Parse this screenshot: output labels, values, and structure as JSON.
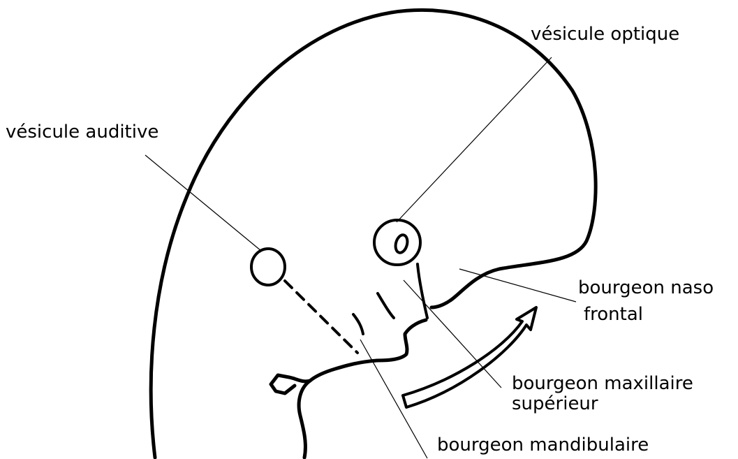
{
  "labels": {
    "vesicule_optique": "vésicule optique",
    "vesicule_auditive": "vésicule auditive",
    "bourgeon_naso_frontal_line1": "bourgeon naso",
    "bourgeon_naso_frontal_line2": "frontal",
    "bourgeon_maxillaire_line1": "bourgeon maxillaire",
    "bourgeon_maxillaire_line2": "supérieur",
    "bourgeon_mandibulaire": "bourgeon mandibulaire"
  },
  "colors": {
    "stroke": "#000000",
    "background": "#ffffff"
  }
}
